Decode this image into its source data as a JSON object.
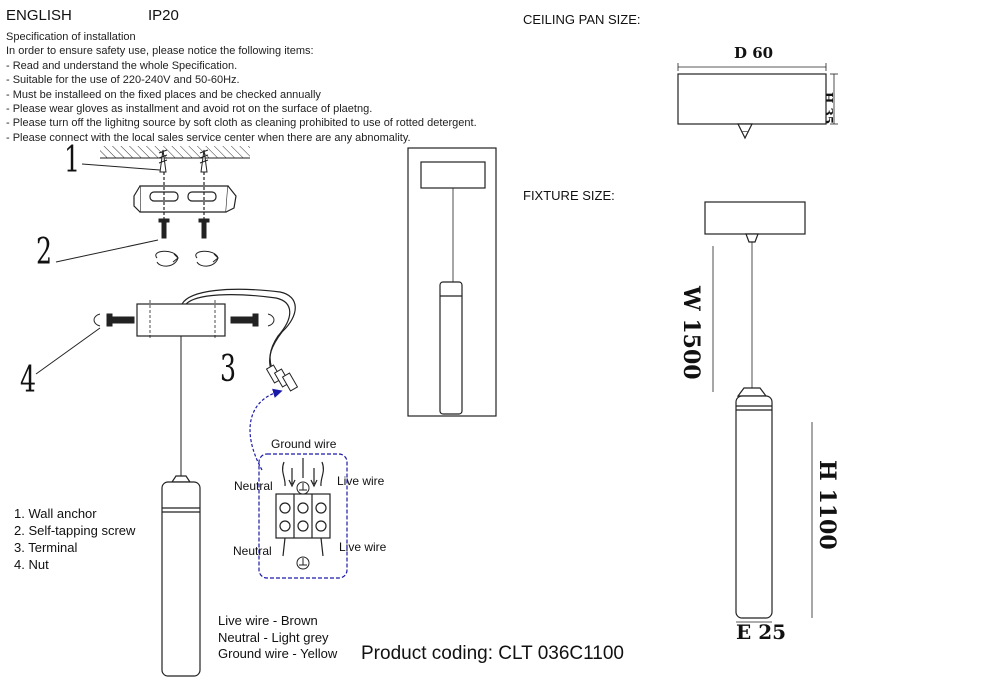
{
  "header": {
    "language": "ENGLISH",
    "ip_rating": "IP20",
    "ceiling_pan_size_label": "CEILING PAN  SIZE:",
    "fixture_size_label": "FIXTURE SIZE:"
  },
  "spec": {
    "title": "Specification of installation",
    "intro": "In order to ensure safety use, please notice the following items:",
    "items": [
      "- Read and understand the whole Specification.",
      "- Suitable for the use of 220-240V and 50-60Hz.",
      "- Must be installeed on the fixed places and be checked annually",
      "- Please wear gloves as installment and avoid rot on the surface of plaetng.",
      "- Please turn off the lighitng source by soft cloth as cleaning prohibited to use of rotted detergent.",
      "- Please connect with the local sales service center when there are any abnomality."
    ]
  },
  "callouts": [
    "1",
    "2",
    "3",
    "4"
  ],
  "legend": {
    "items": [
      "1. Wall anchor",
      "2. Self-tapping screw",
      "3. Terminal",
      "4. Nut"
    ]
  },
  "wiring": {
    "ground": "Ground wire",
    "neutral_top": "Neutral",
    "live_top": "Live wire",
    "neutral_bottom": "Neutral",
    "live_bottom": "Live wire"
  },
  "wire_colors": {
    "items": [
      "Live wire - Brown",
      "Neutral - Light grey",
      "Ground wire - Yellow"
    ]
  },
  "product_coding": "Product coding: CLT 036C1100",
  "dimensions": {
    "pan_d": "D 60",
    "pan_h": "H 35",
    "w": "W 1500",
    "h": "H 1100",
    "e": "E 25"
  },
  "colors": {
    "line": "#222222",
    "arrow_blue": "#1a1aa8"
  }
}
